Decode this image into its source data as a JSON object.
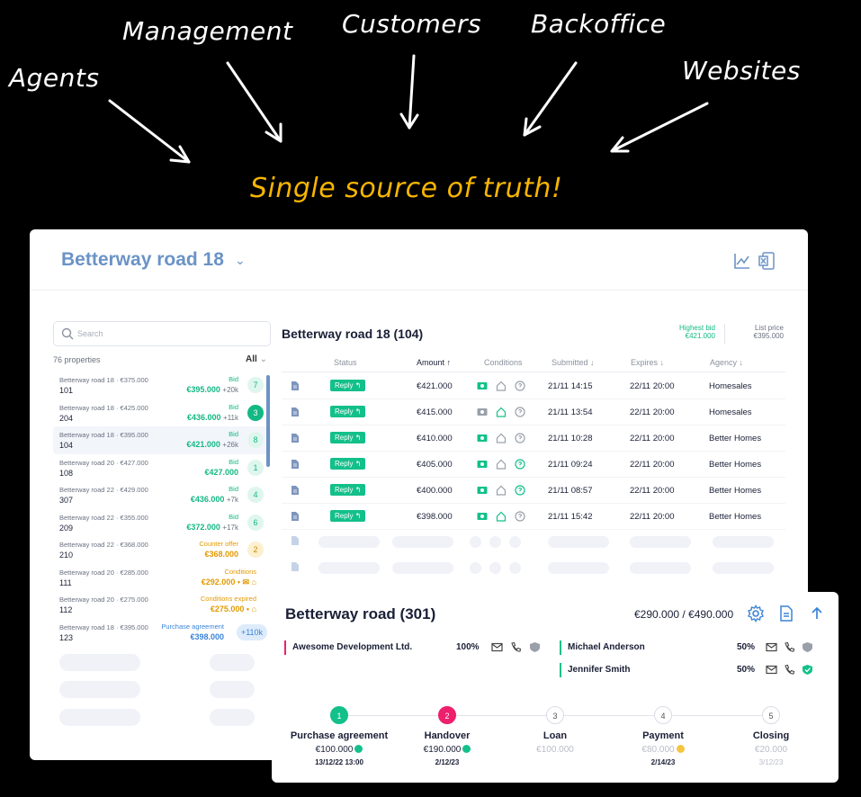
{
  "annotations": {
    "agents": "Agents",
    "management": "Management",
    "customers": "Customers",
    "backoffice": "Backoffice",
    "websites": "Websites",
    "truth": "Single source of truth!"
  },
  "header": {
    "title": "Betterway road 18",
    "chart_icon": "line-chart-icon",
    "export_icon": "excel-export-icon"
  },
  "sidebar": {
    "search_placeholder": "Search",
    "count": "76 properties",
    "filter": "All",
    "items": [
      {
        "name": "Betterway road 18 · €375.000",
        "num": "101",
        "status": "Bid",
        "value": "€395.000",
        "delta": "+20k",
        "badge": "7"
      },
      {
        "name": "Betterway road 18 · €425.000",
        "num": "204",
        "status": "Bid",
        "value": "€436.000",
        "delta": "+11k",
        "badge": "3"
      },
      {
        "name": "Betterway road 18 · €395.000",
        "num": "104",
        "status": "Bid",
        "value": "€421.000",
        "delta": "+26k",
        "badge": "8"
      },
      {
        "name": "Betterway road 20 · €427.000",
        "num": "108",
        "status": "Bid",
        "value": "€427.000",
        "delta": "",
        "badge": "1"
      },
      {
        "name": "Betterway road 22 · €429.000",
        "num": "307",
        "status": "Bid",
        "value": "€436.000",
        "delta": "+7k",
        "badge": "4"
      },
      {
        "name": "Betterway road 22 · €355.000",
        "num": "209",
        "status": "Bid",
        "value": "€372.000",
        "delta": "+17k",
        "badge": "6"
      },
      {
        "name": "Betterway road 22 · €368.000",
        "num": "210",
        "status": "Counter offer",
        "value": "€368.000",
        "delta": "",
        "badge": "2"
      },
      {
        "name": "Betterway road 20 · €285.000",
        "num": "111",
        "status": "Conditions",
        "value": "€292.000 •",
        "delta": "",
        "badge": ""
      },
      {
        "name": "Betterway road 20 · €275.000",
        "num": "112",
        "status": "Conditions expired",
        "value": "€275.000 •",
        "delta": "",
        "badge": ""
      },
      {
        "name": "Betterway road 18 · €395.000",
        "num": "123",
        "status": "Purchase agreement",
        "value": "€398.000",
        "delta": "",
        "badge": "+110k"
      }
    ]
  },
  "offers": {
    "title": "Betterway road 18 (104)",
    "highest_bid_label": "Highest bid",
    "highest_bid": "€421.000",
    "list_price_label": "List price",
    "list_price": "€395.000",
    "columns": {
      "status": "Status",
      "amount": "Amount ↑",
      "conditions": "Conditions",
      "submitted": "Submitted ↓",
      "expires": "Expires ↓",
      "agency": "Agency ↓"
    },
    "reply_label": "Reply ↰",
    "rows": [
      {
        "amount": "€421.000",
        "submitted": "21/11 14:15",
        "expires": "22/11 20:00",
        "agency": "Homesales"
      },
      {
        "amount": "€415.000",
        "submitted": "21/11 13:54",
        "expires": "22/11 20:00",
        "agency": "Homesales"
      },
      {
        "amount": "€410.000",
        "submitted": "21/11 10:28",
        "expires": "22/11 20:00",
        "agency": "Better Homes"
      },
      {
        "amount": "€405.000",
        "submitted": "21/11 09:24",
        "expires": "22/11 20:00",
        "agency": "Better Homes"
      },
      {
        "amount": "€400.000",
        "submitted": "21/11 08:57",
        "expires": "22/11 20:00",
        "agency": "Better Homes"
      },
      {
        "amount": "€398.000",
        "submitted": "21/11 15:42",
        "expires": "22/11 20:00",
        "agency": "Better Homes"
      }
    ]
  },
  "detail": {
    "title": "Betterway road (301)",
    "price": "€290.000",
    "price_total": "/ €490.000",
    "parties": [
      {
        "name": "Awesome Development Ltd.",
        "share": "100%"
      },
      {
        "name": "Michael Anderson",
        "share": "50%"
      },
      {
        "name": "Jennifer Smith",
        "share": "50%"
      }
    ],
    "steps": [
      {
        "num": "1",
        "label": "Purchase agreement",
        "amount": "€100.000",
        "date": "13/12/22 13:00"
      },
      {
        "num": "2",
        "label": "Handover",
        "amount": "€190.000",
        "date": "2/12/23"
      },
      {
        "num": "3",
        "label": "Loan",
        "amount": "€100.000",
        "date": ""
      },
      {
        "num": "4",
        "label": "Payment",
        "amount": "€80.000",
        "date": "2/14/23"
      },
      {
        "num": "5",
        "label": "Closing",
        "amount": "€20.000",
        "date": "3/12/23"
      }
    ]
  }
}
